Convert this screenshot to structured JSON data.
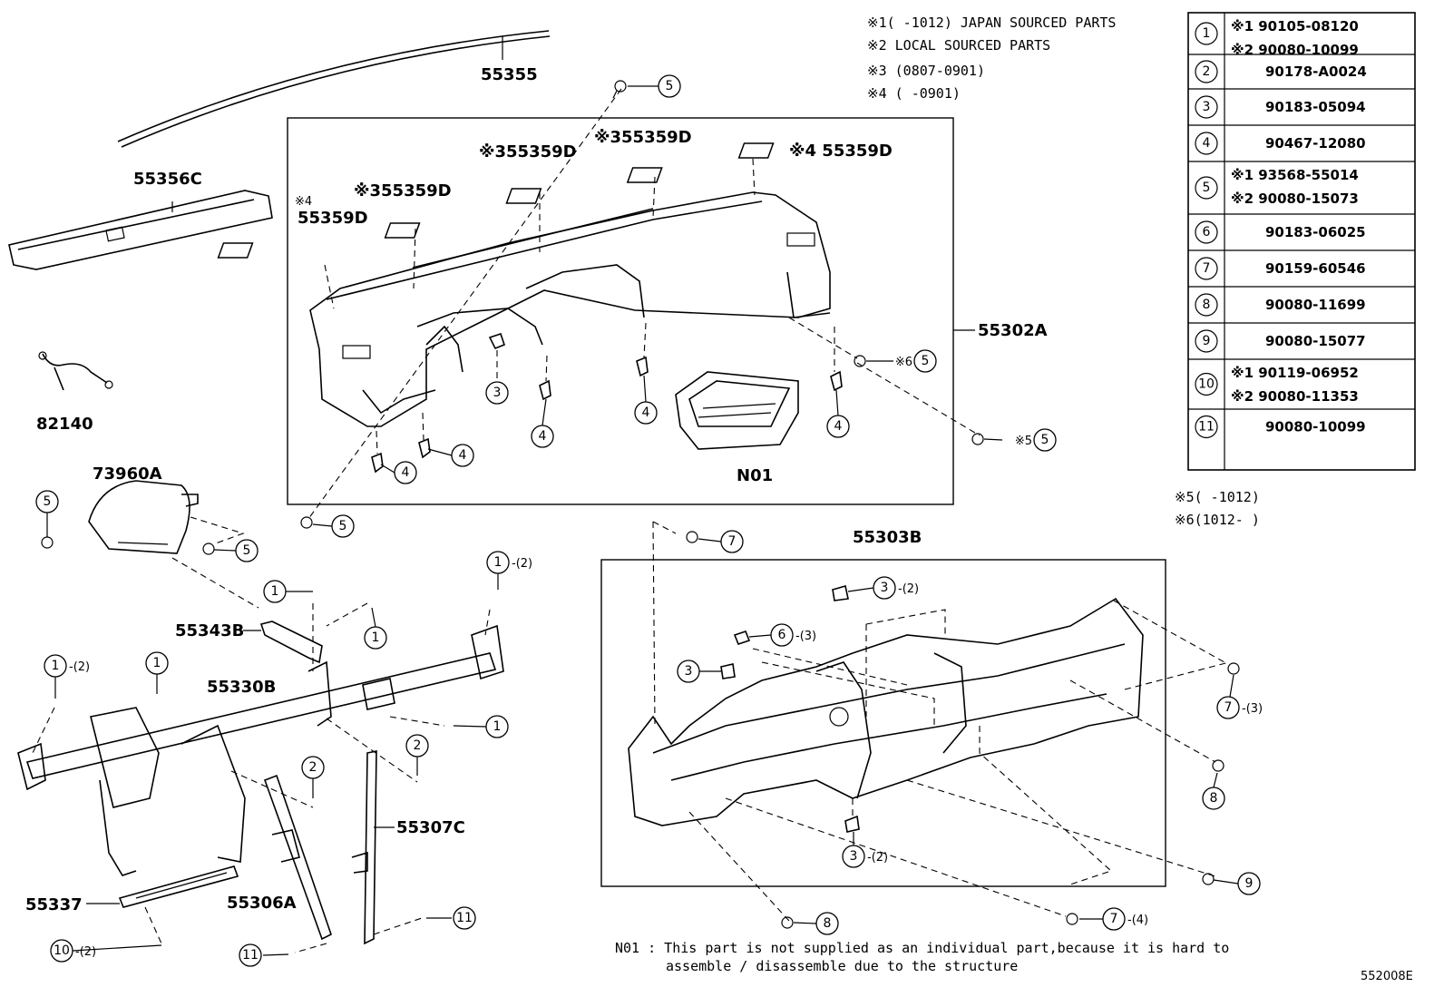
{
  "notes": {
    "n1": "※1(  -1012) JAPAN SOURCED PARTS",
    "n2": "※2  LOCAL SOURCED PARTS",
    "n3": "※3 (0807-0901)",
    "n4": "※4 (  -0901)",
    "n5": "※5(  -1012)",
    "n6": "※6(1012-  )"
  },
  "parts_table": [
    {
      "num": "1",
      "lines": [
        "※1 90105-08120",
        "※2 90080-10099"
      ]
    },
    {
      "num": "2",
      "lines": [
        "90178-A0024"
      ]
    },
    {
      "num": "3",
      "lines": [
        "90183-05094"
      ]
    },
    {
      "num": "4",
      "lines": [
        "90467-12080"
      ]
    },
    {
      "num": "5",
      "lines": [
        "※1 93568-55014",
        "※2 90080-15073"
      ]
    },
    {
      "num": "6",
      "lines": [
        "90183-06025"
      ]
    },
    {
      "num": "7",
      "lines": [
        "90159-60546"
      ]
    },
    {
      "num": "8",
      "lines": [
        "90080-11699"
      ]
    },
    {
      "num": "9",
      "lines": [
        "90080-15077"
      ]
    },
    {
      "num": "10",
      "lines": [
        "※1 90119-06952",
        "※2 90080-11353"
      ]
    },
    {
      "num": "11",
      "lines": [
        "90080-10099"
      ]
    }
  ],
  "labels": {
    "p55355": "55355",
    "p55356C": "55356C",
    "p82140": "82140",
    "p73960A": "73960A",
    "p55302A": "55302A",
    "p55359D_a": "55359D",
    "p55359D_b": "※355359D",
    "p55359D_c": "※355359D",
    "p55359D_d": "※355359D",
    "p55359D_e": "※4 55359D",
    "p55359D_a_mark": "※4",
    "pN01": "N01",
    "p55303B": "55303B",
    "p55343B": "55343B",
    "p55330B": "55330B",
    "p55307C": "55307C",
    "p55337": "55337",
    "p55306A": "55306A"
  },
  "callouts": {
    "c5_top": "5",
    "c5_right1": "5",
    "c5_right1_prefix": "※6",
    "c5_right2": "5",
    "c5_right2_prefix": "※5",
    "c3": "3",
    "c4_a": "4",
    "c4_b": "4",
    "c4_c": "4",
    "c4_d": "4",
    "c4_e": "4",
    "c5_left1": "5",
    "c5_left2": "5",
    "c5_mid": "5",
    "c1_a": "1",
    "c1_b": "1",
    "c1_c": "1",
    "c1_d": "1",
    "c1_e": "1",
    "c1_f": "1",
    "c1_suffix": "-(2)",
    "c2_a": "2",
    "c2_b": "2",
    "c10": "10",
    "c10_suffix": "-(2)",
    "c11_a": "11",
    "c11_b": "11",
    "c7_a": "7",
    "c7_b": "7",
    "c7_b_suffix": "-(3)",
    "c7_c": "7",
    "c7_c_suffix": "-(4)",
    "c3_b": "3",
    "c3_b_suffix": "-(2)",
    "c3_c": "3",
    "c3_d": "3",
    "c3_d_suffix": "-(2)",
    "c6": "6",
    "c6_suffix": "-(3)",
    "c8_a": "8",
    "c8_b": "8",
    "c9": "9"
  },
  "footnote": {
    "line1": "N01 : This part is not supplied as an individual part,because it is hard to",
    "line2": "assemble / disassemble due to the structure"
  },
  "diagram_code": "552008E"
}
